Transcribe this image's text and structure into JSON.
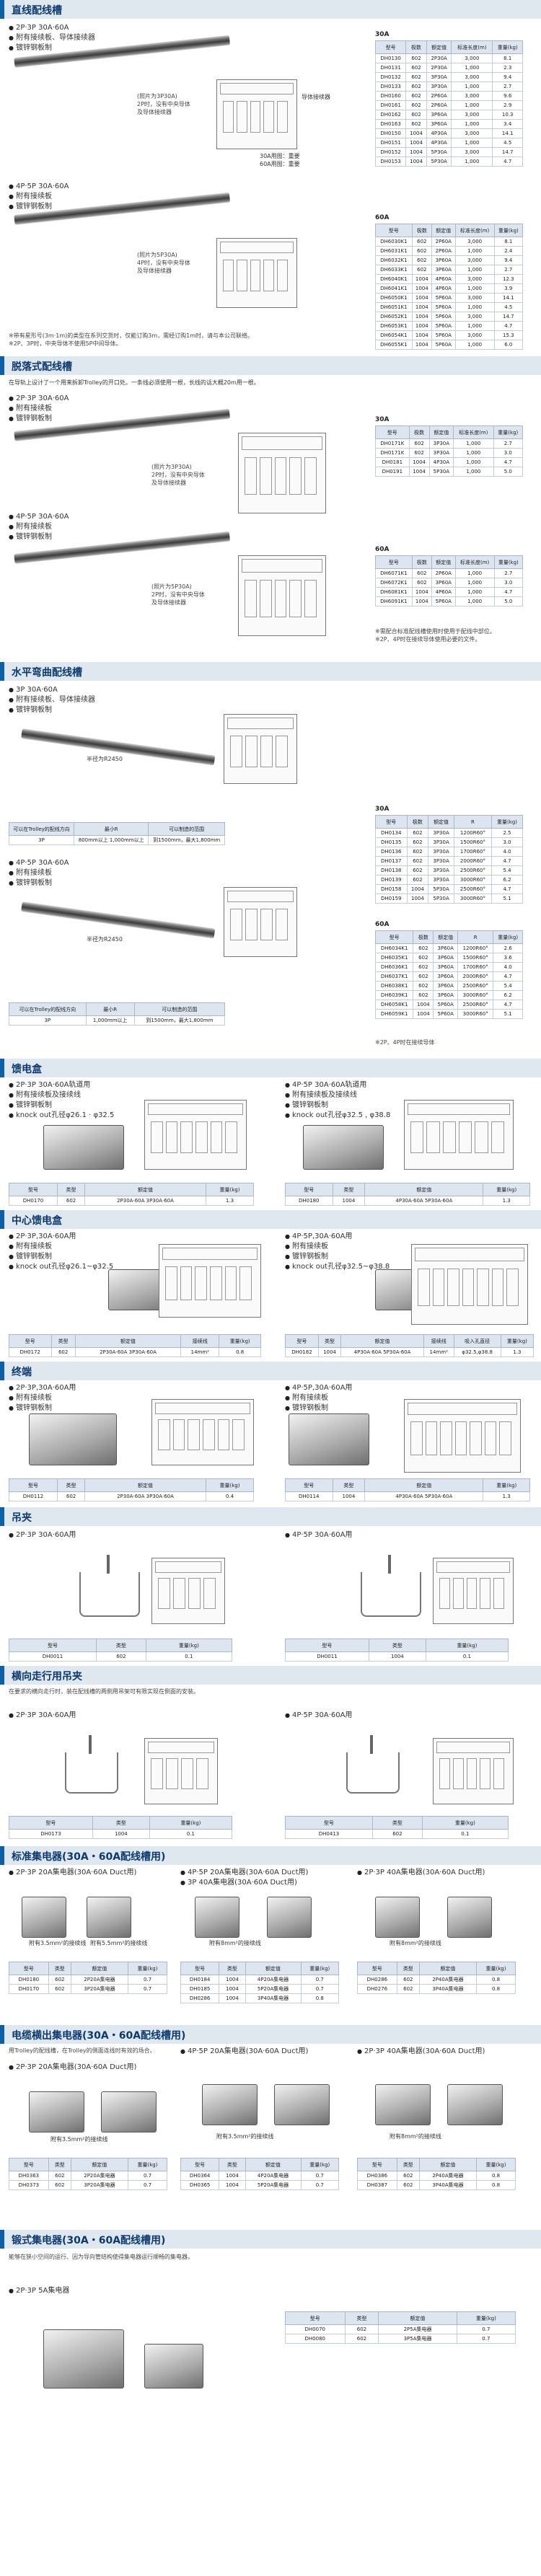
{
  "sections": {
    "s1": {
      "title": "直线配线槽"
    },
    "s2": {
      "title": "脱落式配线槽",
      "desc": "在导轨上设计了一个用来拆卸Trolley的开口处。一条线必须使用一根，长线的话大概20m用一根。"
    },
    "s3": {
      "title": "水平弯曲配线槽"
    },
    "s4": {
      "title": "馈电盒"
    },
    "s5": {
      "title": "中心馈电盒"
    },
    "s6": {
      "title": "终端"
    },
    "s7": {
      "title": "吊夹"
    },
    "s8": {
      "title": "横向走行用吊夹"
    },
    "s9": {
      "title": "标准集电器(30A・60A配线槽用)"
    },
    "s10": {
      "title": "电缆横出集电器(30A・60A配线槽用)"
    },
    "s11": {
      "title": "锻式集电器(30A・60A配线槽用)"
    }
  },
  "bullets": {
    "b1": [
      "2P·3P 30A·60A",
      "附有接续板、导体接续器",
      "镀锌钢板制"
    ],
    "b2": [
      "4P·5P 30A·60A",
      "附有接续板",
      "镀锌钢板制"
    ],
    "b3": [
      "2P·3P 30A·60A",
      "附有接续板",
      "镀锌钢板制"
    ],
    "b4": [
      "4P·5P 30A·60A",
      "附有接续板",
      "镀锌钢板制"
    ],
    "b5": [
      "3P 30A·60A",
      "附有接续板、导体接续器",
      "镀锌钢板制"
    ],
    "b6": [
      "4P·5P 30A·60A",
      "附有接续板",
      "镀锌钢板制"
    ],
    "b7": [
      "2P·3P 30A·60A轨道用",
      "附有接续板及接续线",
      "镀锌钢板制",
      "knock out孔径φ26.1 · φ32.5"
    ],
    "b8": [
      "4P·5P 30A·60A轨道用",
      "附有接续板及接续线",
      "镀锌钢板制",
      "knock out孔径φ32.5 , φ38.8"
    ],
    "b9": [
      "2P·3P,30A·60A用",
      "附有接续板",
      "镀锌钢板制",
      "knock out孔径φ26.1~φ32.5"
    ],
    "b10": [
      "4P·5P,30A·60A用",
      "附有接续板",
      "镀锌钢板制",
      "knock out孔径φ32.5~φ38.8"
    ],
    "b11": [
      "2P·3P,30A·60A用",
      "附有接续板",
      "镀锌钢板制"
    ],
    "b12": [
      "4P·5P,30A·60A用",
      "附有接续板",
      "镀锌钢板制"
    ],
    "b13": [
      "2P·3P 30A·60A用"
    ],
    "b14": [
      "4P·5P 30A·60A用"
    ],
    "b15": [
      "2P·3P 30A·60A用"
    ],
    "b16": [
      "4P·5P 30A·60A用"
    ],
    "b17": [
      "2P·3P 20A集电器(30A·60A Duct用)"
    ],
    "b18": [
      "4P·5P 20A集电器(30A·60A Duct用)",
      "3P 40A集电器(30A·60A Duct用)"
    ],
    "b19": [
      "2P·3P 40A集电器(30A·60A Duct用)"
    ],
    "b20": [
      "2P·3P 20A集电器(30A·60A Duct用)"
    ],
    "b21": [
      "4P·5P 20A集电器(30A·60A Duct用)"
    ],
    "b22": [
      "2P·3P 40A集电器(30A·60A Duct用)"
    ],
    "b23": [
      "2P·3P 5A集电器"
    ]
  },
  "notes": {
    "n1": "(照片为3P30A)\n2P时，没有中央导体\n及导体接续器",
    "n2": "(照片为5P30A)\n4P时，没有中央导体\n及导体接续器",
    "n3": "(照片为3P30A)\n2P时，没有中央导体\n及导体接续器",
    "n4": "(照片为5P30A)\n2P时，没有中央导体\n及导体接续器",
    "n5": "※带有星形号(3m·1m)的类型在系列交货时，仅能订购3m，需经订购1m时，请与本公司联络。\n※2P、3P时，中央导体不使用5P中间导体。",
    "n6": "※需配合标准配线槽使用时使用于配线中部位。\n※2P、4P时在接续导体使用必要的文件。",
    "n7": "※2P、4P时在接续导体",
    "n8": "在要求的横向走行时，装在配线槽的两侧用吊架可有限实现在侧面的安装。",
    "n9": "用Trolley的配线槽，在Trolley的侧面连线时有效的场合。",
    "n10": "能够在狭小空间的运行、因为导向管结构使得集电器运行顺畅的集电器。",
    "cap1": "附有3.5mm²的接续线",
    "cap2": "附有5.5mm²的接续线",
    "cap3": "附有8mm²的接续线",
    "cap4": "附有3.5mm²的接续线",
    "cap5": "附有3.5mm²的接续线",
    "cap6": "附有8mm²的接续线",
    "lbl_sw1": "导体接续器",
    "lbl_sw2": "30A用图：重要\n60A用图：重要",
    "lbl_r1": "半径为R2450",
    "lbl_r2": "半径为R2450"
  },
  "tables": {
    "t1": {
      "label": "30A",
      "headers": [
        "型号",
        "极数",
        "额定值",
        "标准长度(m)",
        "重量(kg)"
      ],
      "rows": [
        [
          "DH0130",
          "602",
          "2P30A",
          "3,000",
          "8.1"
        ],
        [
          "DH0131",
          "602",
          "2P30A",
          "1,000",
          "2.3"
        ],
        [
          "DH0132",
          "602",
          "3P30A",
          "3,000",
          "9.4"
        ],
        [
          "DH0133",
          "602",
          "3P30A",
          "1,000",
          "2.7"
        ],
        [
          "DH0160",
          "602",
          "2P60A",
          "3,000",
          "9.6"
        ],
        [
          "DH0161",
          "602",
          "2P60A",
          "1,000",
          "2.9"
        ],
        [
          "DH0162",
          "602",
          "3P60A",
          "3,000",
          "10.3"
        ],
        [
          "DH0163",
          "602",
          "3P60A",
          "1,000",
          "3.4"
        ],
        [
          "DH0150",
          "1004",
          "4P30A",
          "3,000",
          "14.1"
        ],
        [
          "DH0151",
          "1004",
          "4P30A",
          "1,000",
          "4.5"
        ],
        [
          "DH0152",
          "1004",
          "5P30A",
          "3,000",
          "14.7"
        ],
        [
          "DH0153",
          "1004",
          "5P30A",
          "1,000",
          "4.7"
        ]
      ]
    },
    "t2": {
      "label": "60A",
      "headers": [
        "型号",
        "极数",
        "额定值",
        "标准长度(m)",
        "重量(kg)"
      ],
      "rows": [
        [
          "DH6030K1",
          "602",
          "2P60A",
          "3,000",
          "8.1"
        ],
        [
          "DH6031K1",
          "602",
          "2P60A",
          "1,000",
          "2.4"
        ],
        [
          "DH6032K1",
          "602",
          "3P60A",
          "3,000",
          "9.4"
        ],
        [
          "DH6033K1",
          "602",
          "3P60A",
          "1,000",
          "2.7"
        ],
        [
          "DH6040K1",
          "1004",
          "4P60A",
          "3,000",
          "12.3"
        ],
        [
          "DH6041K1",
          "1004",
          "4P60A",
          "1,000",
          "3.9"
        ],
        [
          "DH6050K1",
          "1004",
          "5P60A",
          "3,000",
          "14.1"
        ],
        [
          "DH6051K1",
          "1004",
          "5P60A",
          "1,000",
          "4.5"
        ],
        [
          "DH6052K1",
          "1004",
          "5P60A",
          "3,000",
          "14.7"
        ],
        [
          "DH6053K1",
          "1004",
          "5P60A",
          "1,000",
          "4.7"
        ],
        [
          "DH6054K1",
          "1004",
          "5P60A",
          "3,000",
          "15.3"
        ],
        [
          "DH6055K1",
          "1004",
          "5P60A",
          "1,000",
          "6.0"
        ]
      ]
    },
    "t3": {
      "label": "30A",
      "headers": [
        "型号",
        "极数",
        "额定值",
        "标准长度(m)",
        "重量(kg)"
      ],
      "rows": [
        [
          "DH0171K",
          "602",
          "3P30A",
          "1,000",
          "2.7"
        ],
        [
          "DH0171K",
          "602",
          "3P30A",
          "1,000",
          "3.0"
        ],
        [
          "DH0181",
          "1004",
          "4P30A",
          "1,000",
          "4.7"
        ],
        [
          "DH0191",
          "1004",
          "5P30A",
          "1,000",
          "5.0"
        ]
      ]
    },
    "t4": {
      "label": "60A",
      "headers": [
        "型号",
        "极数",
        "额定值",
        "标准长度(m)",
        "重量(kg)"
      ],
      "rows": [
        [
          "DH6071K1",
          "602",
          "2P60A",
          "1,000",
          "2.7"
        ],
        [
          "DH6072K1",
          "602",
          "3P60A",
          "1,000",
          "3.0"
        ],
        [
          "DH6081K1",
          "1004",
          "4P60A",
          "1,000",
          "4.7"
        ],
        [
          "DH6091K1",
          "1004",
          "5P60A",
          "1,000",
          "5.0"
        ]
      ]
    },
    "t5": {
      "label": "30A",
      "headers": [
        "型号",
        "极数",
        "额定值",
        "R",
        "重量(kg)"
      ],
      "rows": [
        [
          "DH0134",
          "602",
          "3P30A",
          "1200R60°",
          "2.5"
        ],
        [
          "DH0135",
          "602",
          "3P30A",
          "1500R60°",
          "3.0"
        ],
        [
          "DH0136",
          "602",
          "3P30A",
          "1700R60°",
          "4.0"
        ],
        [
          "DH0137",
          "602",
          "3P30A",
          "2000R60°",
          "4.7"
        ],
        [
          "DH0138",
          "602",
          "3P30A",
          "2500R60°",
          "5.4"
        ],
        [
          "DH0139",
          "602",
          "3P30A",
          "3000R60°",
          "6.2"
        ],
        [
          "DH0158",
          "1004",
          "5P30A",
          "2500R60°",
          "4.7"
        ],
        [
          "DH0159",
          "1004",
          "5P30A",
          "3000R60°",
          "5.1"
        ]
      ]
    },
    "t6": {
      "label": "60A",
      "headers": [
        "型号",
        "极数",
        "额定值",
        "R",
        "重量(kg)"
      ],
      "rows": [
        [
          "DH6034K1",
          "602",
          "3P60A",
          "1200R60°",
          "2.6"
        ],
        [
          "DH6035K1",
          "602",
          "3P60A",
          "1500R60°",
          "3.6"
        ],
        [
          "DH6036K1",
          "602",
          "3P60A",
          "1700R60°",
          "4.0"
        ],
        [
          "DH6037K1",
          "602",
          "3P60A",
          "2000R60°",
          "4.7"
        ],
        [
          "DH6038K1",
          "602",
          "3P60A",
          "2500R60°",
          "5.4"
        ],
        [
          "DH6039K1",
          "602",
          "3P60A",
          "3000R60°",
          "6.2"
        ],
        [
          "DH6058K1",
          "1004",
          "5P60A",
          "2500R60°",
          "4.7"
        ],
        [
          "DH6059K1",
          "1004",
          "5P60A",
          "3000R60°",
          "5.1"
        ]
      ]
    },
    "t7": {
      "headers": [
        "可以在Trolley的配线方向",
        "最小R",
        "可以制造的范围"
      ],
      "rows": [
        [
          "3P",
          "800mm以上\n1,000mm以上",
          "到1500mm，最大1,800mm"
        ]
      ]
    },
    "t8": {
      "headers": [
        "可以在Trolley的配线方向",
        "最小R",
        "可以制造的范围"
      ],
      "rows": [
        [
          "3P",
          "1,000mm以上",
          "到1500mm，最大1,800mm"
        ]
      ]
    },
    "t9": {
      "headers": [
        "型号",
        "类型",
        "额定值",
        "重量(kg)"
      ],
      "rows": [
        [
          "DH0170",
          "602",
          "2P30A·60A  3P30A·60A",
          "1.3"
        ]
      ]
    },
    "t10": {
      "headers": [
        "型号",
        "类型",
        "额定值",
        "重量(kg)"
      ],
      "rows": [
        [
          "DH0180",
          "1004",
          "4P30A·60A  5P30A·60A",
          "1.3"
        ]
      ]
    },
    "t11": {
      "headers": [
        "型号",
        "类型",
        "额定值",
        "接续线",
        "重量(kg)"
      ],
      "rows": [
        [
          "DH0172",
          "602",
          "2P30A·60A  3P30A·60A",
          "14mm²",
          "0.8"
        ]
      ]
    },
    "t12": {
      "headers": [
        "型号",
        "类型",
        "额定值",
        "接续线",
        "吸入孔直径",
        "重量(kg)"
      ],
      "rows": [
        [
          "DH0182",
          "1004",
          "4P30A·60A  5P30A·60A",
          "14mm²",
          "φ32.5,φ38.8",
          "1.3"
        ]
      ]
    },
    "t13": {
      "headers": [
        "型号",
        "类型",
        "额定值",
        "重量(kg)"
      ],
      "rows": [
        [
          "DH0112",
          "602",
          "2P30A·60A  3P30A·60A",
          "0.4"
        ]
      ]
    },
    "t14": {
      "headers": [
        "型号",
        "类型",
        "额定值",
        "重量(kg)"
      ],
      "rows": [
        [
          "DH0114",
          "1004",
          "4P30A·60A  5P30A·60A",
          "1.3"
        ]
      ]
    },
    "t15": {
      "headers": [
        "型号",
        "类型",
        "重量(kg)"
      ],
      "rows": [
        [
          "DH0011",
          "602",
          "0.1"
        ]
      ]
    },
    "t16": {
      "headers": [
        "型号",
        "类型",
        "重量(kg)"
      ],
      "rows": [
        [
          "DH0011",
          "1004",
          "0.1"
        ]
      ]
    },
    "t17": {
      "headers": [
        "型号",
        "类型",
        "重量(kg)"
      ],
      "rows": [
        [
          "DH0173",
          "1004",
          "0.1"
        ]
      ]
    },
    "t18": {
      "headers": [
        "型号",
        "类型",
        "重量(kg)"
      ],
      "rows": [
        [
          "DH0413",
          "602",
          "0.1"
        ]
      ]
    },
    "t19": {
      "headers": [
        "型号",
        "类型",
        "额定值",
        "重量(kg)"
      ],
      "rows": [
        [
          "DH0180",
          "602",
          "2P20A集电器",
          "0.7"
        ],
        [
          "DH0170",
          "602",
          "3P20A集电器",
          "0.7"
        ]
      ]
    },
    "t20": {
      "headers": [
        "型号",
        "类型",
        "额定值",
        "重量(kg)"
      ],
      "rows": [
        [
          "DH0184",
          "1004",
          "4P20A集电器",
          "0.7"
        ],
        [
          "DH0185",
          "1004",
          "5P20A集电器",
          "0.7"
        ],
        [
          "DH0286",
          "1004",
          "3P40A集电器",
          "0.8"
        ]
      ]
    },
    "t21": {
      "headers": [
        "型号",
        "类型",
        "额定值",
        "重量(kg)"
      ],
      "rows": [
        [
          "DH0286",
          "602",
          "2P40A集电器",
          "0.8"
        ],
        [
          "DH0276",
          "602",
          "3P40A集电器",
          "0.8"
        ]
      ]
    },
    "t22": {
      "headers": [
        "型号",
        "类型",
        "额定值",
        "重量(kg)"
      ],
      "rows": [
        [
          "DH0363",
          "602",
          "2P20A集电器",
          "0.7"
        ],
        [
          "DH0373",
          "602",
          "3P20A集电器",
          "0.7"
        ]
      ]
    },
    "t23": {
      "headers": [
        "型号",
        "类型",
        "额定值",
        "重量(kg)"
      ],
      "rows": [
        [
          "DH0364",
          "1004",
          "4P20A集电器",
          "0.7"
        ],
        [
          "DH0365",
          "1004",
          "5P20A集电器",
          "0.7"
        ]
      ]
    },
    "t24": {
      "headers": [
        "型号",
        "类型",
        "额定值",
        "重量(kg)"
      ],
      "rows": [
        [
          "DH0386",
          "602",
          "2P40A集电器",
          "0.8"
        ],
        [
          "DH0387",
          "602",
          "3P40A集电器",
          "0.8"
        ]
      ]
    },
    "t25": {
      "headers": [
        "型号",
        "类型",
        "额定值",
        "重量(kg)"
      ],
      "rows": [
        [
          "DH0070",
          "602",
          "2P5A集电器",
          "0.7"
        ],
        [
          "DH0080",
          "602",
          "3P5A集电器",
          "0.7"
        ]
      ]
    }
  }
}
